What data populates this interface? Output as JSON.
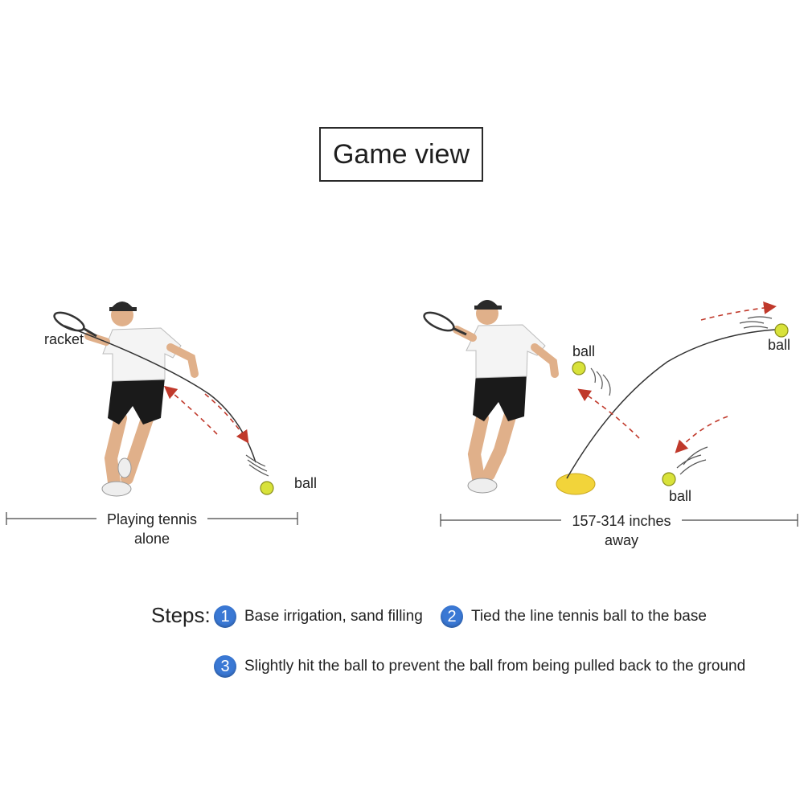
{
  "title": "Game view",
  "left_panel": {
    "racket_label": "racket",
    "ball_label": "ball",
    "distance_label_line1": "Playing tennis",
    "distance_label_line2": "alone"
  },
  "right_panel": {
    "ball_label_top": "ball",
    "ball_label_right": "ball",
    "ball_label_bottom": "ball",
    "distance_label_line1": "157-314 inches",
    "distance_label_line2": "away"
  },
  "steps": {
    "label": "Steps:",
    "items": [
      {
        "number": "1",
        "text": "Base irrigation, sand filling"
      },
      {
        "number": "2",
        "text": "Tied the line tennis ball to the base"
      },
      {
        "number": "3",
        "text": "Slightly hit the ball to prevent the ball from being pulled back to the ground"
      }
    ]
  },
  "colors": {
    "arrow": "#c0392b",
    "ball": "#d8e23a",
    "base": "#f2d43a",
    "badge": "#3a78d4"
  }
}
